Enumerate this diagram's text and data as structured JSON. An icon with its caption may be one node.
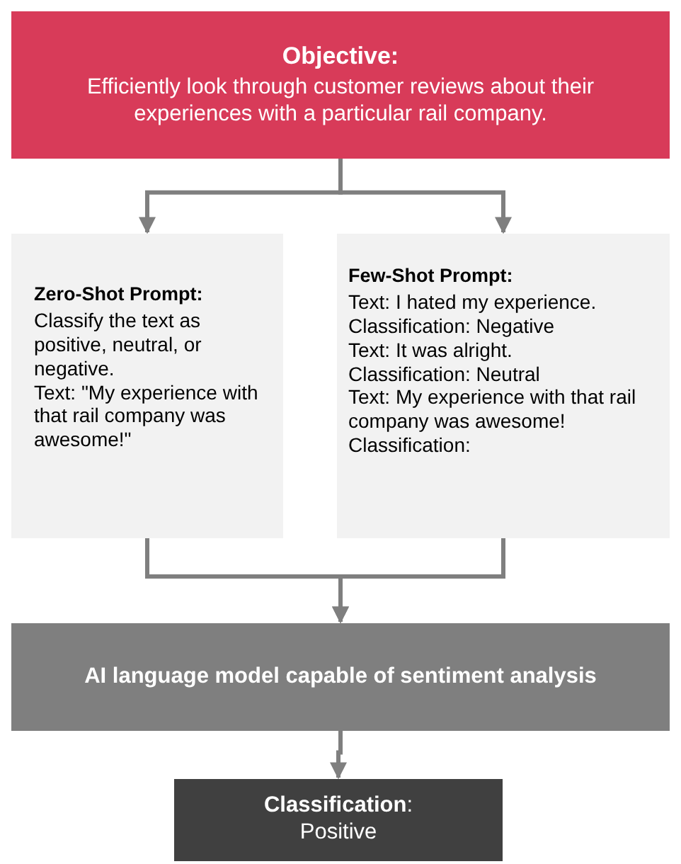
{
  "diagram": {
    "nodes": [
      {
        "text": [
          "Objective:",
          "Efficiently look through customer reviews about their experiences with a particular rail company."
        ]
      },
      {
        "text": [
          "Zero-Shot Prompt:",
          "Classify the text as positive, neutral, or negative.",
          "Text: \"My experience with that rail company was awesome!\""
        ]
      },
      {
        "text": [
          "Few-Shot Prompt:",
          "Text: I hated my experience.",
          "Classification: Negative",
          "Text: It was alright.",
          "Classification: Neutral",
          "Text: My experience with that rail company was awesome!",
          "Classification:"
        ]
      },
      {
        "text": [
          "AI language model capable of sentiment analysis"
        ]
      },
      {
        "text": [
          "**Classification**:",
          "Positive"
        ]
      }
    ],
    "edges": [
      {
        "from": 0,
        "to": 1,
        "arrow": "to"
      },
      {
        "from": 0,
        "to": 2,
        "arrow": "to"
      },
      {
        "from": 1,
        "to": 3,
        "arrow": "to"
      },
      {
        "from": 2,
        "to": 3,
        "arrow": "to"
      },
      {
        "from": 3,
        "to": 4,
        "arrow": "to"
      }
    ]
  }
}
